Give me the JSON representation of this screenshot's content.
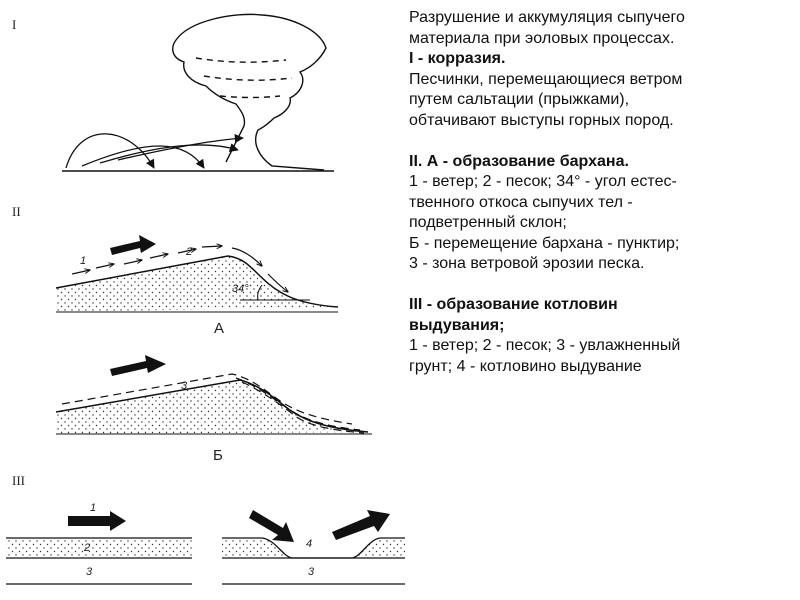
{
  "figure": {
    "part_labels": [
      "I",
      "II",
      "III"
    ],
    "diagram_labels": {
      "wind_1": "1",
      "sand_2": "2",
      "angle": "34°",
      "caption_a": "А",
      "layer_3": "3",
      "caption_b": "Б",
      "wind_1b": "1",
      "sand_2b": "2",
      "ground_3": "3",
      "basin_4": "4",
      "ground_3b": "3"
    }
  },
  "text": {
    "intro_line1": "Разрушение и аккумуляция сыпучего",
    "intro_line2": "материала при эоловых процессах.",
    "s1_heading": "I  - корразия.",
    "s1_line1": "Песчинки, перемещающиеся ветром",
    "s1_line2": "путем сальтации (прыжками),",
    "s1_line3": "обтачивают выступы горных пород.",
    "s2_heading": "II. А - образование бархана.",
    "s2_line1": "1 - ветер; 2  - песок; 34° - угол естес-",
    "s2_line2": "твенного откоса сыпучих тел -",
    "s2_line3": "подветренный склон;",
    "s2_line4": "Б - перемещение бархана - пунктир;",
    "s2_line5": "3 - зона ветровой эрозии песка.",
    "s3_heading1": "III - образование котловин",
    "s3_heading2": "выдувания;",
    "s3_line1": "1 - ветер; 2 - песок; 3 - увлажненный",
    "s3_line2": "грунт; 4 - котловино выдувание"
  }
}
